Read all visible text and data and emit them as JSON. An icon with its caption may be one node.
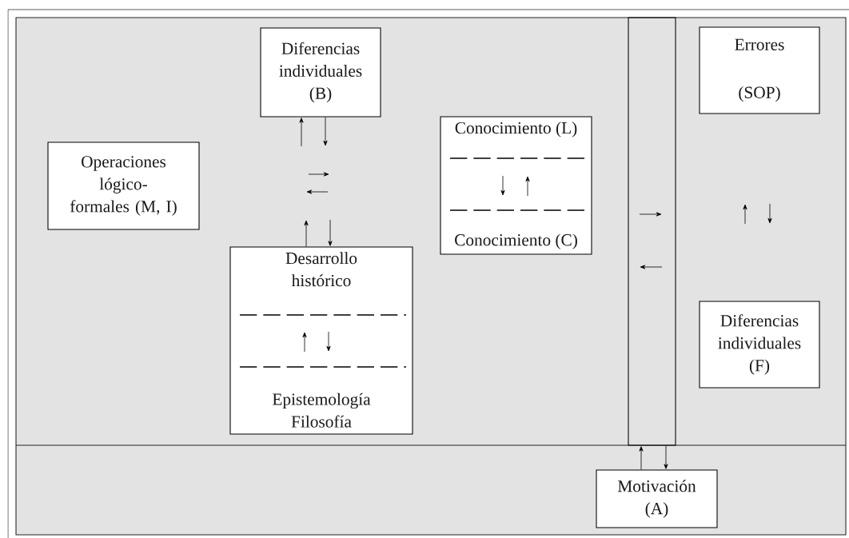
{
  "diagram": {
    "nodes": [
      {
        "text": [
          "Diferencias individuales (B)"
        ]
      },
      {
        "text": [
          "Operaciones lógico-formales (M, I)"
        ]
      },
      {
        "text": [
          "Conocimiento (L)",
          "Conocimiento (C)"
        ]
      },
      {
        "text": [
          "Errores",
          "(SOP)"
        ]
      },
      {
        "text": [
          "Desarrollo histórico",
          "Epistemología Filosofía"
        ]
      },
      {
        "text": [
          "Diferencias individuales (F)"
        ]
      },
      {
        "text": [
          "Motivación (A)"
        ]
      },
      {
        "text": [],
        "shape": "bar"
      }
    ],
    "edges": [
      {
        "from": null,
        "to": 0,
        "arrow": "to"
      },
      {
        "from": 0,
        "to": null,
        "arrow": "to"
      },
      {
        "from": 4,
        "to": null,
        "arrow": "to"
      },
      {
        "from": null,
        "to": 4,
        "arrow": "to"
      },
      {
        "from": 6,
        "to": 7,
        "arrow": "to"
      },
      {
        "from": 7,
        "to": 6,
        "arrow": "to"
      }
    ]
  }
}
